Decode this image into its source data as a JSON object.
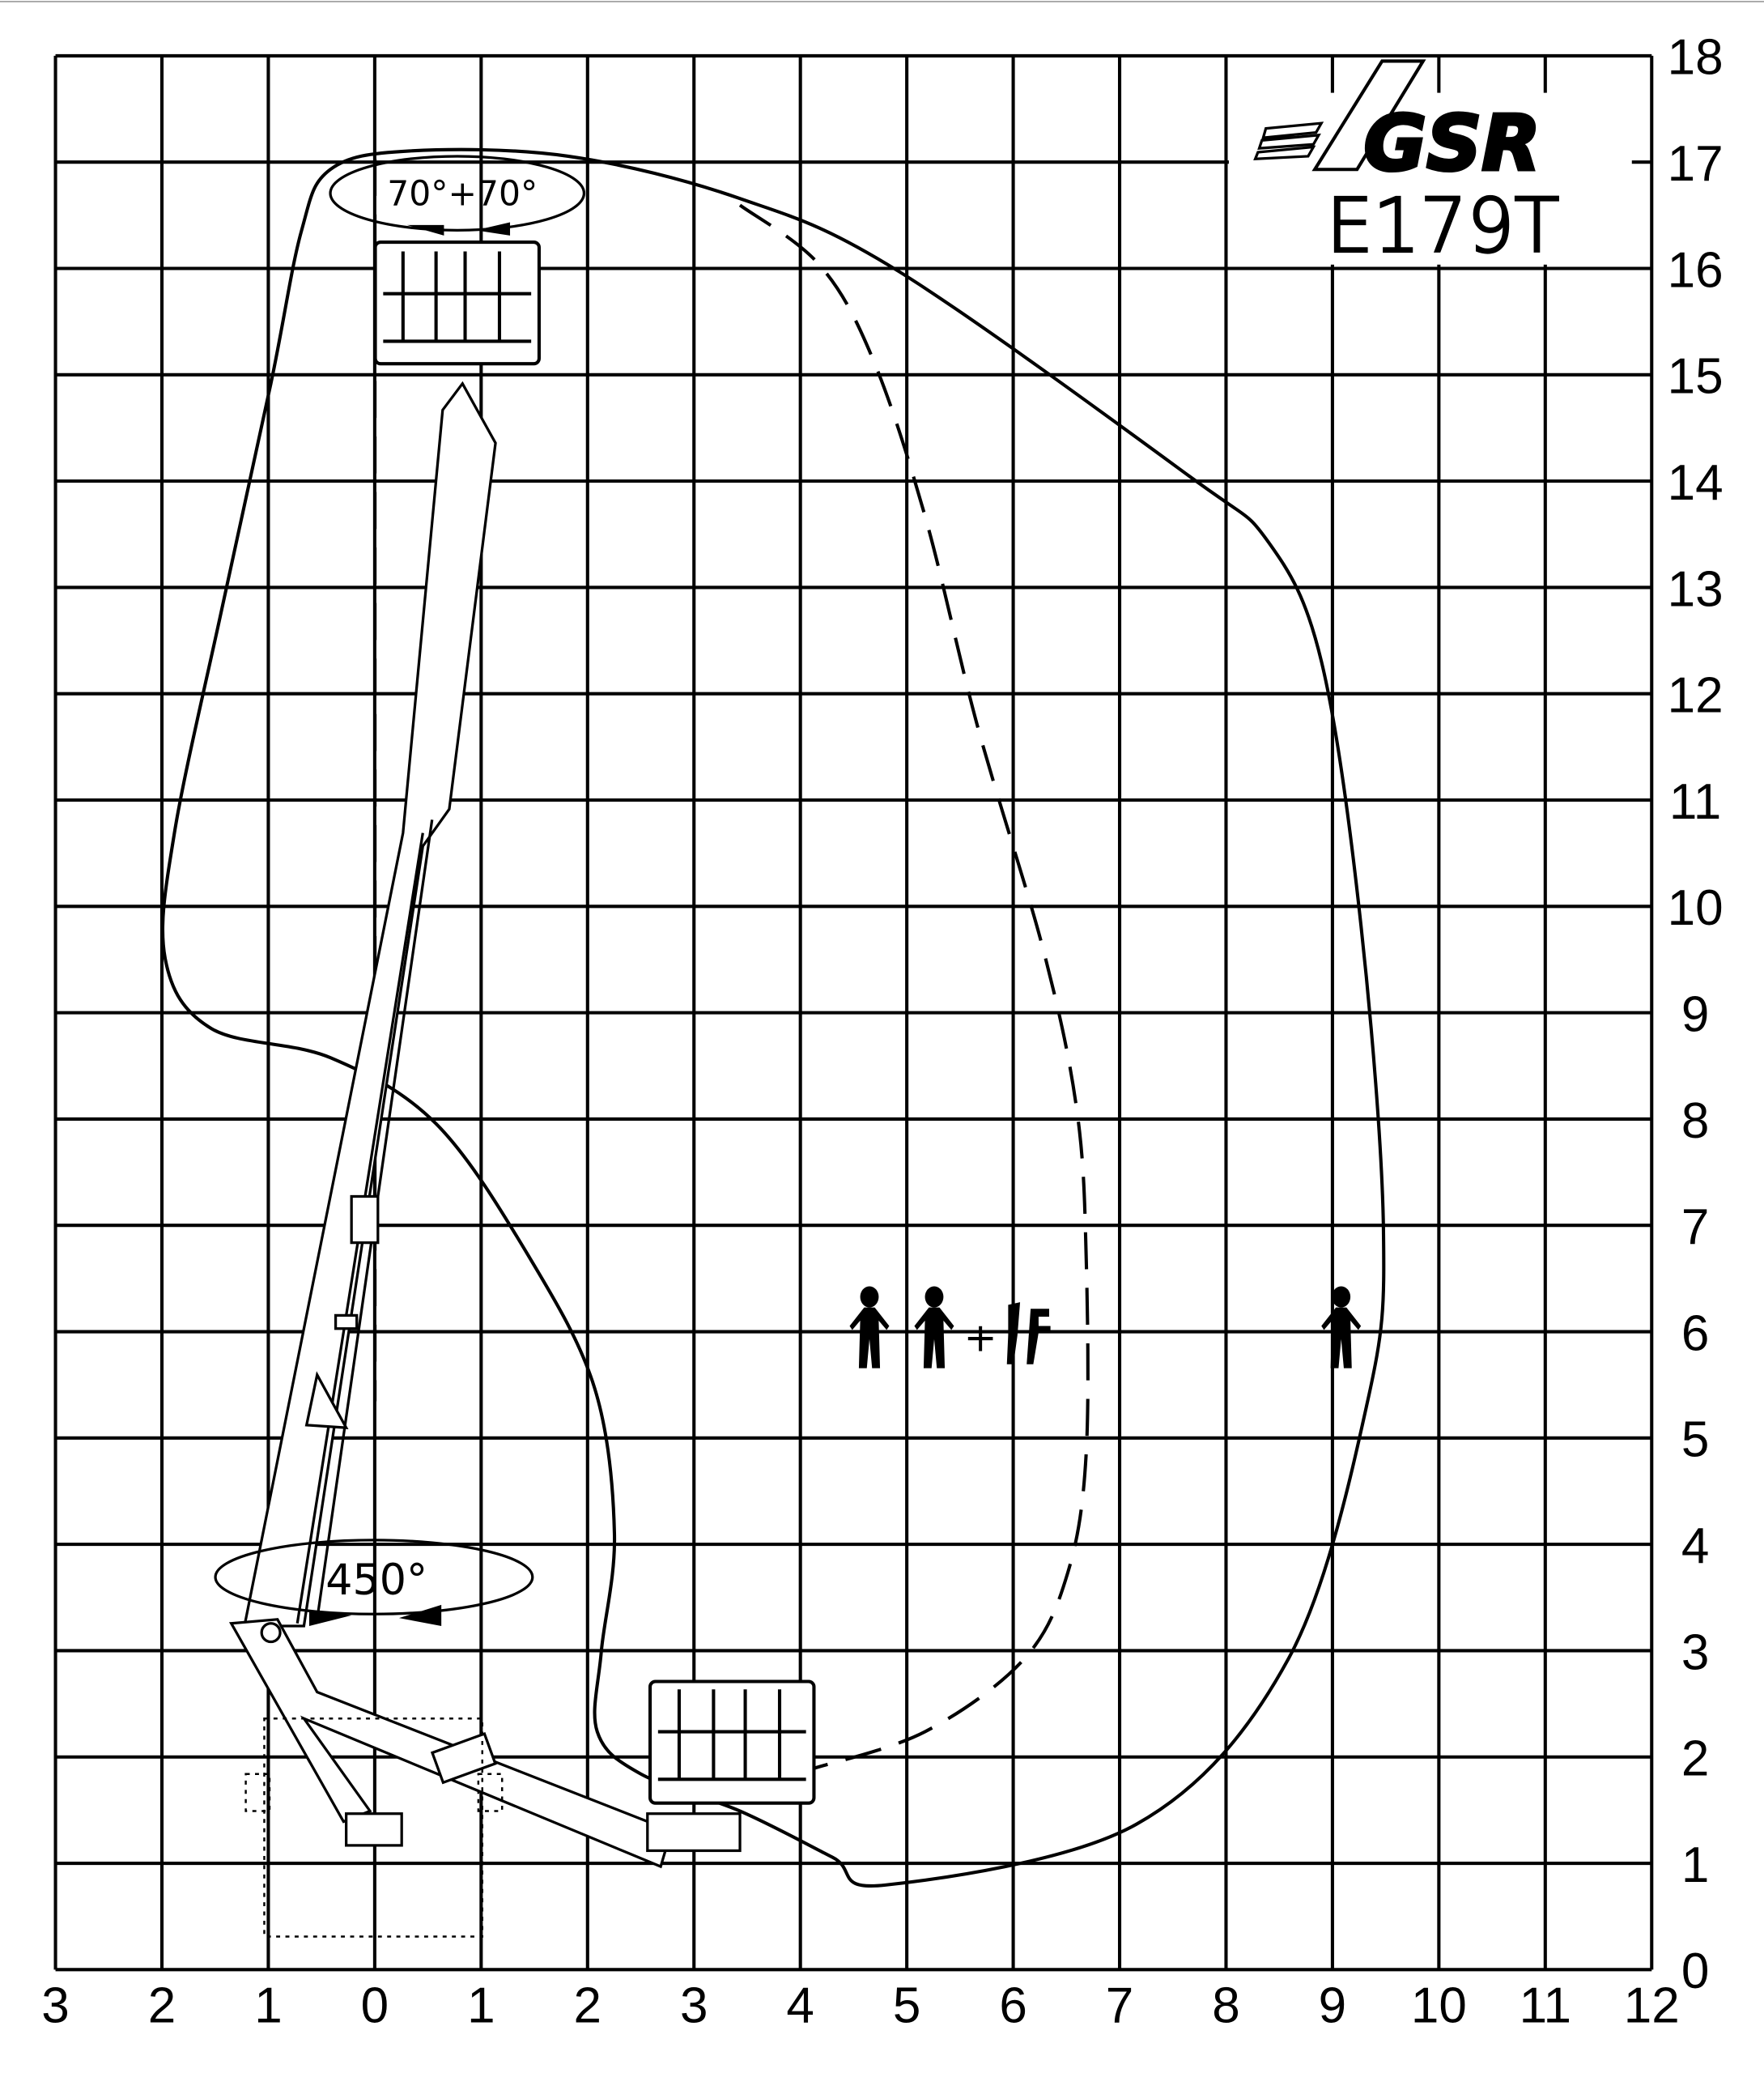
{
  "chart_data": {
    "type": "diagram",
    "title": "Working range diagram",
    "brand": "GSR",
    "model": "E179T",
    "x_ticks": [
      "3",
      "2",
      "1",
      "0",
      "1",
      "2",
      "3",
      "4",
      "5",
      "6",
      "7",
      "8",
      "9",
      "10",
      "11",
      "12"
    ],
    "y_ticks": [
      "0",
      "1",
      "2",
      "3",
      "4",
      "5",
      "6",
      "7",
      "8",
      "9",
      "10",
      "11",
      "12",
      "13",
      "14",
      "15",
      "16",
      "17",
      "18"
    ],
    "xlim": [
      -3,
      12
    ],
    "ylim": [
      0,
      18
    ],
    "grid": true,
    "annotations": {
      "basket_rotation": "70°+70°",
      "turret_rotation": "450°",
      "plus_sign": "+"
    },
    "zones": [
      {
        "name": "two operators plus tools",
        "people": 2,
        "tools": true
      },
      {
        "name": "one operator",
        "people": 1,
        "tools": false
      }
    ],
    "colors": {
      "line": "#000000",
      "background": "#ffffff"
    }
  }
}
